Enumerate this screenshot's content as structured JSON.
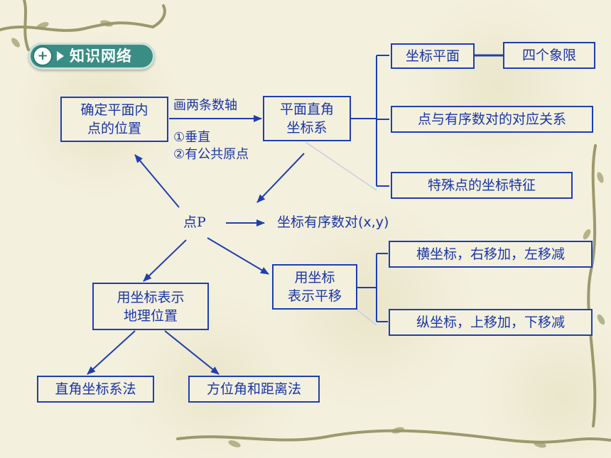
{
  "header": {
    "title": "知识网络",
    "icon": "zoom-in-icon"
  },
  "colors": {
    "line": "#1f3fae",
    "text": "#1a36a8",
    "badge": "#3a8d84",
    "background": "#f3f0de"
  },
  "nodes": {
    "determine_position": {
      "line1": "确定平面内",
      "line2": "点的位置"
    },
    "cartesian_system": {
      "line1": "平面直角",
      "line2": "坐标系"
    },
    "coordinate_plane": "坐标平面",
    "four_quadrants": "四个象限",
    "point_pair_correspondence": "点与有序数对的对应关系",
    "special_points": "特殊点的坐标特征",
    "point_p": "点P",
    "ordered_pair": "坐标有序数对(x,y)",
    "translation": {
      "line1": "用坐标",
      "line2": "表示平移"
    },
    "horizontal_rule": "横坐标，右移加，左移减",
    "vertical_rule": "纵坐标，上移加，下移减",
    "geography": {
      "line1": "用坐标表示",
      "line2": "地理位置"
    },
    "rect_method": "直角坐标系法",
    "bearing_method": "方位角和距离法"
  },
  "edge_labels": {
    "draw_axes": "画两条数轴",
    "perpendicular": "①垂直",
    "common_origin": "②有公共原点"
  }
}
